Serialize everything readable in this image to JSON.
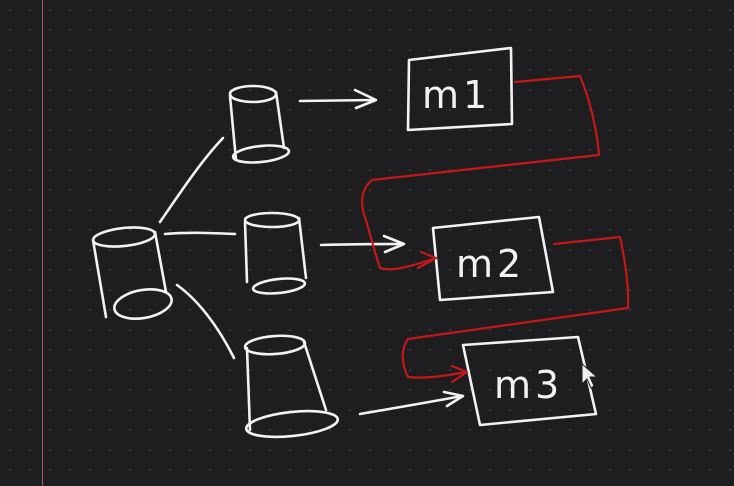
{
  "diagram": {
    "nodes": [
      {
        "id": "m1",
        "label": "m1"
      },
      {
        "id": "m2",
        "label": "m2"
      },
      {
        "id": "m3",
        "label": "m3"
      }
    ],
    "colors": {
      "background": "#1e1e20",
      "ink": "#f2f2f2",
      "connector": "#c41818",
      "margin_line": "#b0586e"
    },
    "cursor": "pointer-arrow"
  }
}
